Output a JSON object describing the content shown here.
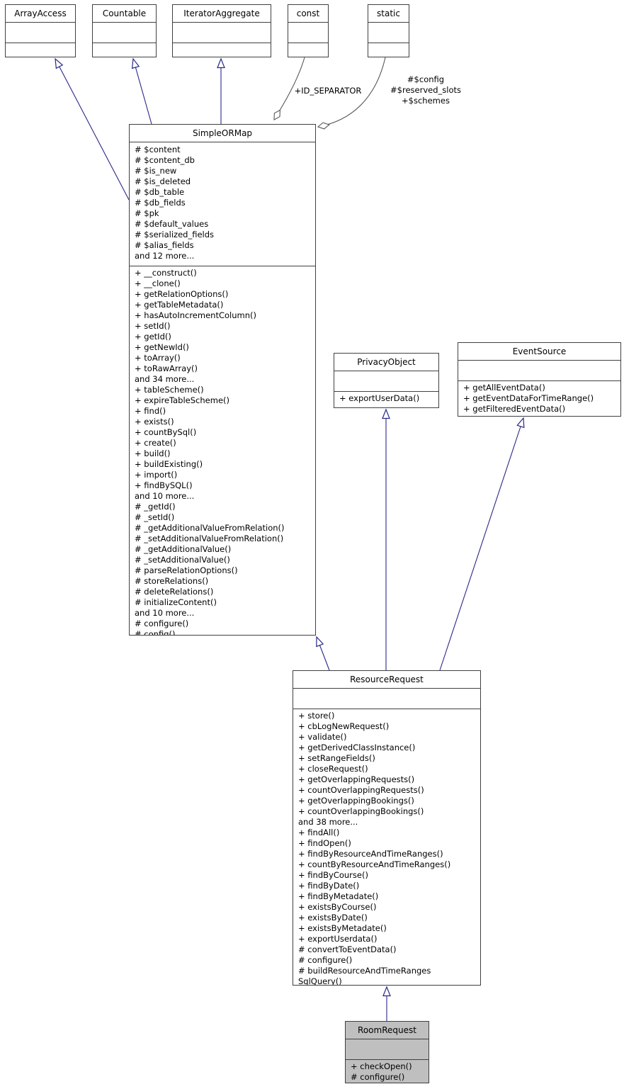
{
  "classes": {
    "array_access": {
      "title": "ArrayAccess",
      "attributes": [],
      "methods": []
    },
    "countable": {
      "title": "Countable",
      "attributes": [],
      "methods": []
    },
    "iterator_aggregate": {
      "title": "IteratorAggregate",
      "attributes": [],
      "methods": []
    },
    "const_box": {
      "title": "const",
      "attributes": [],
      "methods": []
    },
    "static_box": {
      "title": "static",
      "attributes": [],
      "methods": []
    },
    "simple_or_map": {
      "title": "SimpleORMap",
      "attributes": [
        "# $content",
        "# $content_db",
        "# $is_new",
        "# $is_deleted",
        "# $db_table",
        "# $db_fields",
        "# $pk",
        "# $default_values",
        "# $serialized_fields",
        "# $alias_fields",
        "and 12 more..."
      ],
      "methods": [
        "+ __construct()",
        "+ __clone()",
        "+ getRelationOptions()",
        "+ getTableMetadata()",
        "+ hasAutoIncrementColumn()",
        "+ setId()",
        "+ getId()",
        "+ getNewId()",
        "+ toArray()",
        "+ toRawArray()",
        "and 34 more...",
        "+ tableScheme()",
        "+ expireTableScheme()",
        "+ find()",
        "+ exists()",
        "+ countBySql()",
        "+ create()",
        "+ build()",
        "+ buildExisting()",
        "+ import()",
        "+ findBySQL()",
        "and 10 more...",
        "# _getId()",
        "# _setId()",
        "# _getAdditionalValueFromRelation()",
        "# _setAdditionalValueFromRelation()",
        "# _getAdditionalValue()",
        "# _setAdditionalValue()",
        "# parseRelationOptions()",
        "# storeRelations()",
        "# deleteRelations()",
        "# initializeContent()",
        "and 10 more...",
        "# configure()",
        "# config()"
      ]
    },
    "privacy_object": {
      "title": "PrivacyObject",
      "attributes": [],
      "methods": [
        "+ exportUserData()"
      ]
    },
    "event_source": {
      "title": "EventSource",
      "attributes": [],
      "methods": [
        "+ getAllEventData()",
        "+ getEventDataForTimeRange()",
        "+ getFilteredEventData()"
      ]
    },
    "resource_request": {
      "title": "ResourceRequest",
      "attributes": [],
      "methods": [
        "+ store()",
        "+ cbLogNewRequest()",
        "+ validate()",
        "+ getDerivedClassInstance()",
        "+ setRangeFields()",
        "+ closeRequest()",
        "+ getOverlappingRequests()",
        "+ countOverlappingRequests()",
        "+ getOverlappingBookings()",
        "+ countOverlappingBookings()",
        "and 38 more...",
        "+ findAll()",
        "+ findOpen()",
        "+ findByResourceAndTimeRanges()",
        "+ countByResourceAndTimeRanges()",
        "+ findByCourse()",
        "+ findByDate()",
        "+ findByMetadate()",
        "+ existsByCourse()",
        "+ existsByDate()",
        "+ existsByMetadate()",
        "+ exportUserdata()",
        "# convertToEventData()",
        "# configure()",
        "# buildResourceAndTimeRanges",
        "SqlQuery()"
      ]
    },
    "room_request": {
      "title": "RoomRequest",
      "attributes": [],
      "methods": [
        "+ checkOpen()",
        "# configure()"
      ]
    }
  },
  "edge_labels": {
    "const_edge": "+ID_SEPARATOR",
    "static_edge": [
      "#$config",
      "#$reserved_slots",
      "+$schemes"
    ]
  },
  "colors": {
    "inheritance_edge": "#28288a",
    "usage_edge": "#585858",
    "box_border": "#404040",
    "highlight_fill": "#bfbfbf"
  }
}
